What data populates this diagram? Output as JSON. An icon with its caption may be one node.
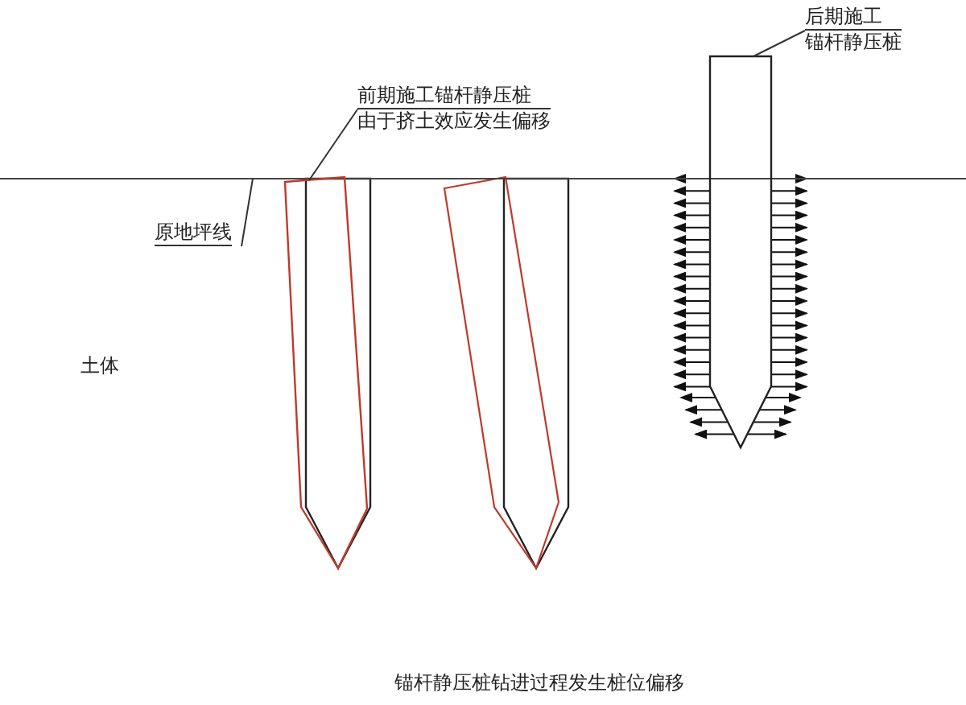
{
  "diagram": {
    "caption": "锚杆静压桩钻进过程发生桩位偏移",
    "nodes": [
      {
        "text": [
          "前期施工锚杆静压桩",
          "由于挤土效应发生偏移"
        ]
      },
      {
        "text": [],
        "shape": "pile"
      },
      {
        "text": [
          "后期施工",
          "锚杆静压桩"
        ]
      },
      {
        "text": [],
        "shape": "pile"
      },
      {
        "text": [
          "原地坪线"
        ]
      }
    ],
    "edges": [
      {
        "from": 0,
        "to": 1,
        "arrow": "none"
      },
      {
        "from": 2,
        "to": 3,
        "arrow": "none"
      },
      {
        "from": 4,
        "to": null,
        "arrow": "none"
      }
    ],
    "labels": [
      "土体"
    ]
  }
}
